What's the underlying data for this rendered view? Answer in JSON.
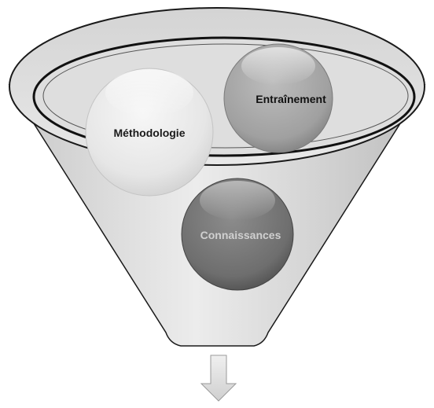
{
  "diagram": {
    "type": "funnel",
    "items": [
      {
        "label": "Méthodologie",
        "shade": "light",
        "label_color": "#1a1a1a"
      },
      {
        "label": "Entraînement",
        "shade": "medium",
        "label_color": "#111111"
      },
      {
        "label": "Connaissances",
        "shade": "dark",
        "label_color": "#d0d0d0"
      }
    ],
    "output_arrow": {
      "direction": "down",
      "icon": "down-arrow-icon"
    },
    "colors": {
      "funnel_fill": "#d9d9d9",
      "funnel_stroke": "#1a1a1a",
      "circle_light": "#e9e9e9",
      "circle_medium": "#a3a3a3",
      "circle_dark": "#707070",
      "arrow_fill": "#e3e3e3"
    }
  }
}
